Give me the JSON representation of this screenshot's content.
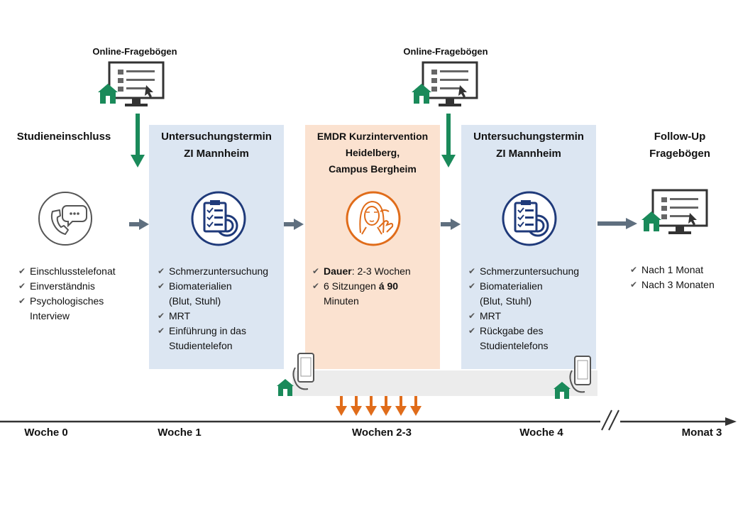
{
  "top_labels": {
    "online_left": "Online-Fragebögen",
    "online_right": "Online-Fragebögen"
  },
  "columns": {
    "col0": {
      "title": "Studieneinschluss",
      "items": [
        "Einschlusstelefonat",
        "Einverständnis",
        "Psychologisches Interview"
      ]
    },
    "col1": {
      "title_line1": "Untersuchungstermin",
      "title_line2": "ZI Mannheim",
      "items": [
        "Schmerzuntersuchung",
        "Biomaterialien",
        "(Blut, Stuhl)",
        "MRT",
        "Einführung in das",
        "Studientelefon"
      ]
    },
    "col2": {
      "title_line1": "EMDR Kurzintervention",
      "title_line2": "Heidelberg,",
      "title_line3": "Campus Bergheim",
      "item1_bold": "Dauer",
      "item1_rest": ": 2-3 Wochen",
      "item2_pre": "6 Sitzungen ",
      "item2_bold": "á 90",
      "item2_line2": "Minuten"
    },
    "col3": {
      "title_line1": "Untersuchungstermin",
      "title_line2": "ZI Mannheim",
      "items": [
        "Schmerzuntersuchung",
        "Biomaterialien",
        "(Blut, Stuhl)",
        "MRT",
        "Rückgabe des",
        "Studientelefons"
      ]
    },
    "col4": {
      "title_line1": "Follow-Up",
      "title_line2": "Fragebögen",
      "items": [
        "Nach 1 Monat",
        "Nach 3 Monaten"
      ]
    }
  },
  "timeline": {
    "labels": [
      "Woche 0",
      "Woche 1",
      "Wochen 2-3",
      "Woche 4",
      "Monat 3"
    ]
  },
  "colors": {
    "blue_panel": "#dce6f2",
    "orange_panel": "#fbe2d0",
    "green": "#1a8a5a",
    "navy": "#1f3a7a",
    "orange": "#e06c1a",
    "gray_arrow": "#5f6f7f"
  },
  "icons": [
    "computer-with-house-icon",
    "phone-call-icon",
    "clipboard-scan-icon",
    "therapy-person-icon",
    "smartphone-hand-icon",
    "house-icon"
  ]
}
